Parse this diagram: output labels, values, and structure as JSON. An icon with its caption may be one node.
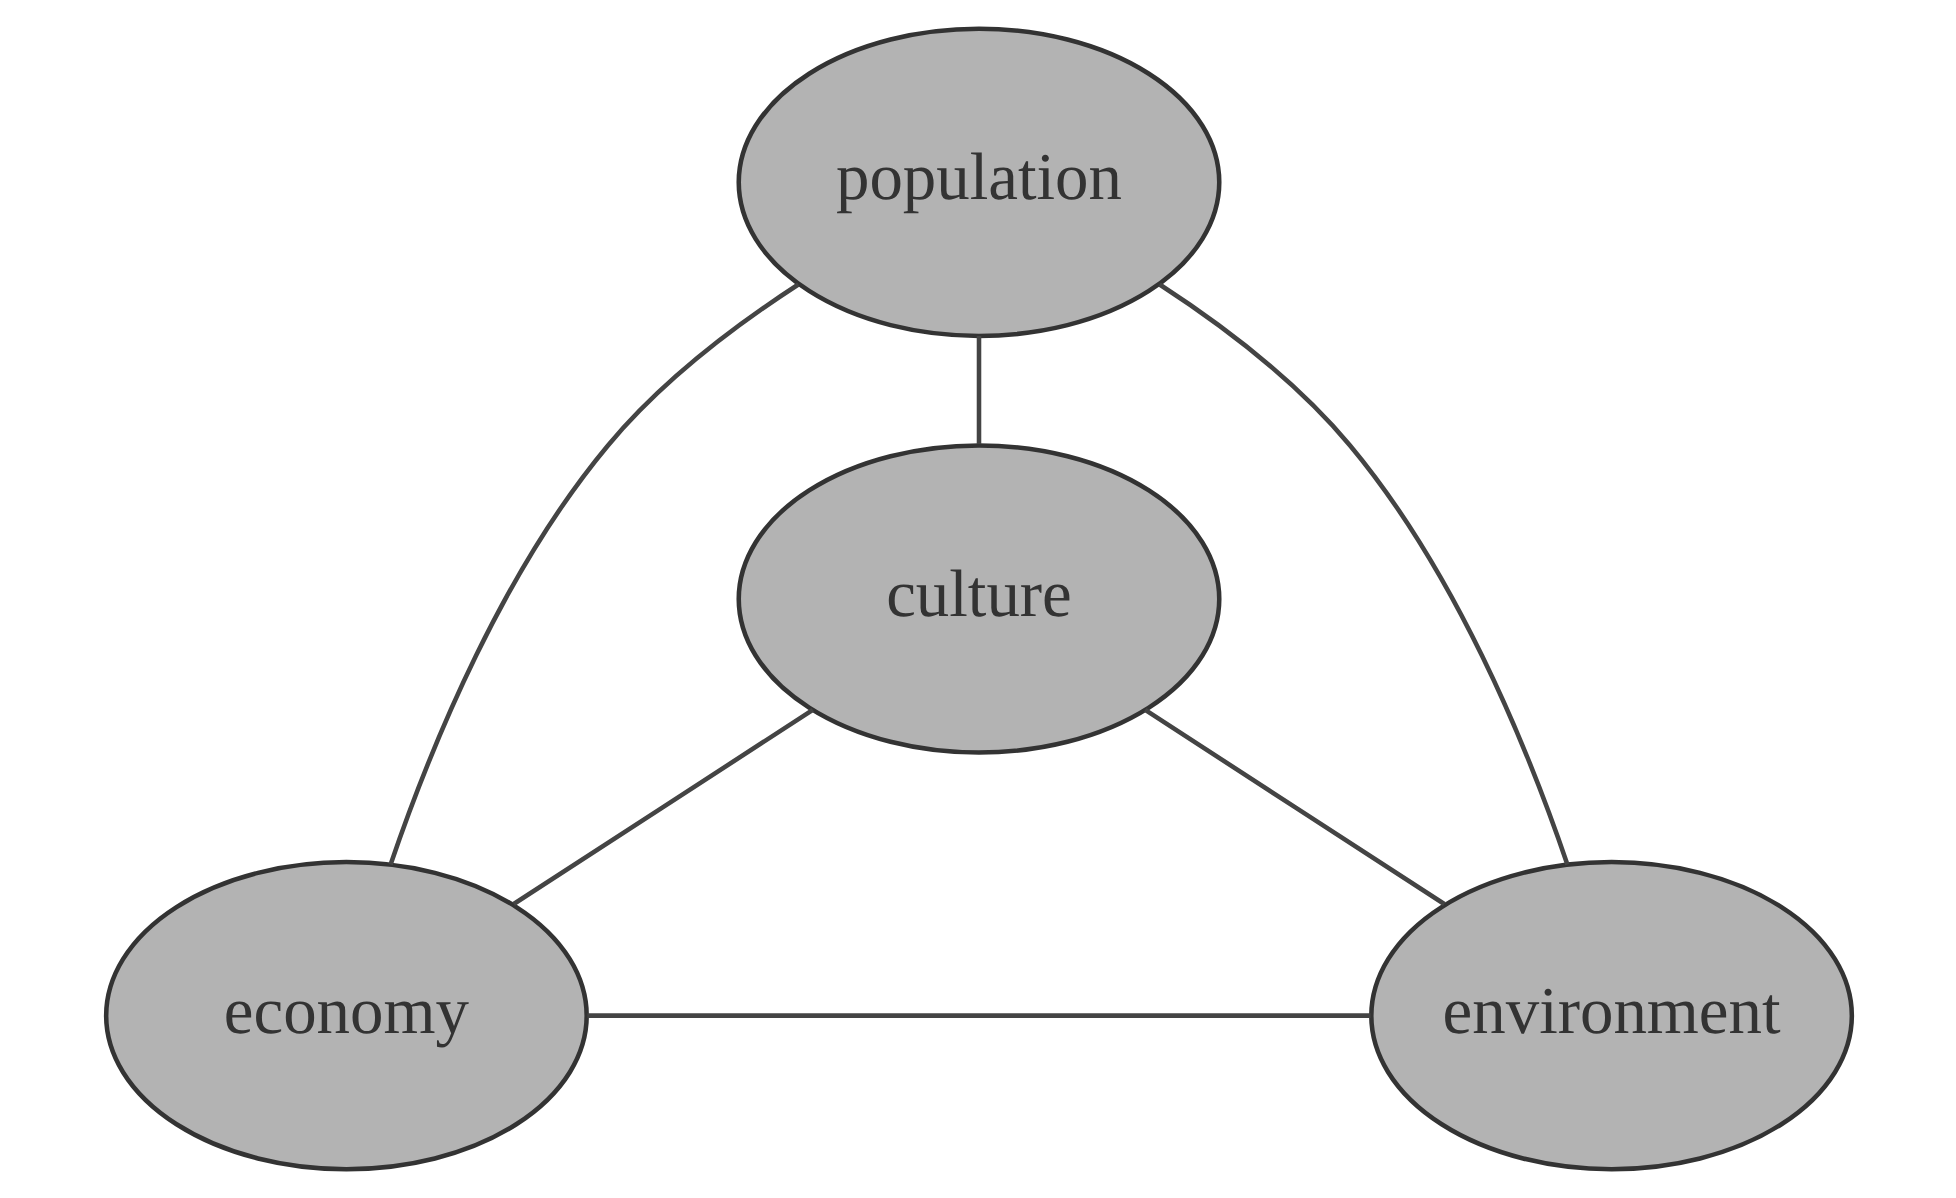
{
  "diagram": {
    "nodes": [
      {
        "text": [
          "population"
        ]
      },
      {
        "text": [
          "culture"
        ]
      },
      {
        "text": [
          "economy"
        ]
      },
      {
        "text": [
          "environment"
        ]
      }
    ],
    "edges": [
      {
        "from": 0,
        "to": 1,
        "arrow": "none"
      },
      {
        "from": 0,
        "to": 2,
        "arrow": "none"
      },
      {
        "from": 0,
        "to": 3,
        "arrow": "none"
      },
      {
        "from": 1,
        "to": 2,
        "arrow": "none"
      },
      {
        "from": 1,
        "to": 3,
        "arrow": "none"
      },
      {
        "from": 2,
        "to": 3,
        "arrow": "none"
      }
    ]
  }
}
